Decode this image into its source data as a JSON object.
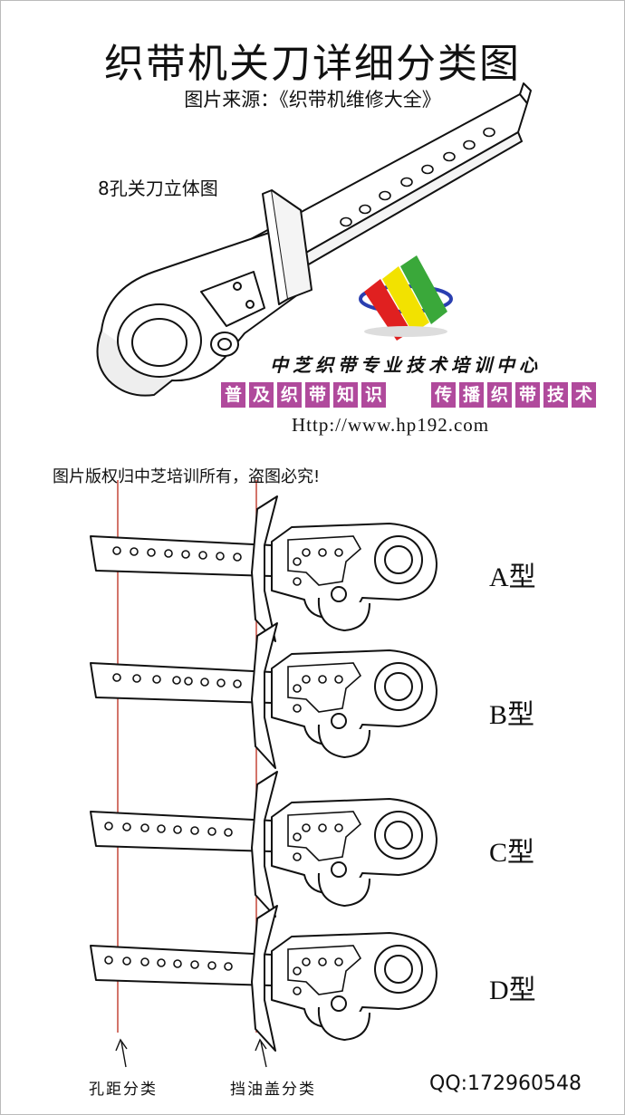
{
  "title": "织带机关刀详细分类图",
  "source": "图片来源：《织带机维修大全》",
  "view_label": "8孔关刀立体图",
  "center_name": "中芝织带专业技术培训中心",
  "slogan_left": [
    "普",
    "及",
    "织",
    "带",
    "知",
    "识"
  ],
  "slogan_right": [
    "传",
    "播",
    "织",
    "带",
    "技",
    "术"
  ],
  "url": "Http://www.hp192.com",
  "copyright": "图片版权归中芝培训所有，盗图必究!",
  "types": {
    "a": "A型",
    "b": "B型",
    "c": "C型",
    "d": "D型"
  },
  "bottom": {
    "hole_spacing": "孔距分类",
    "oil_guard": "挡油盖分类",
    "qq": "QQ:172960548"
  },
  "colors": {
    "guide_line": "#c0392b",
    "watermark": "#b04a9c",
    "logo_red": "#e02020",
    "logo_yellow": "#f2e200",
    "logo_green": "#3aa83a",
    "logo_ring": "#2a3fb0"
  }
}
